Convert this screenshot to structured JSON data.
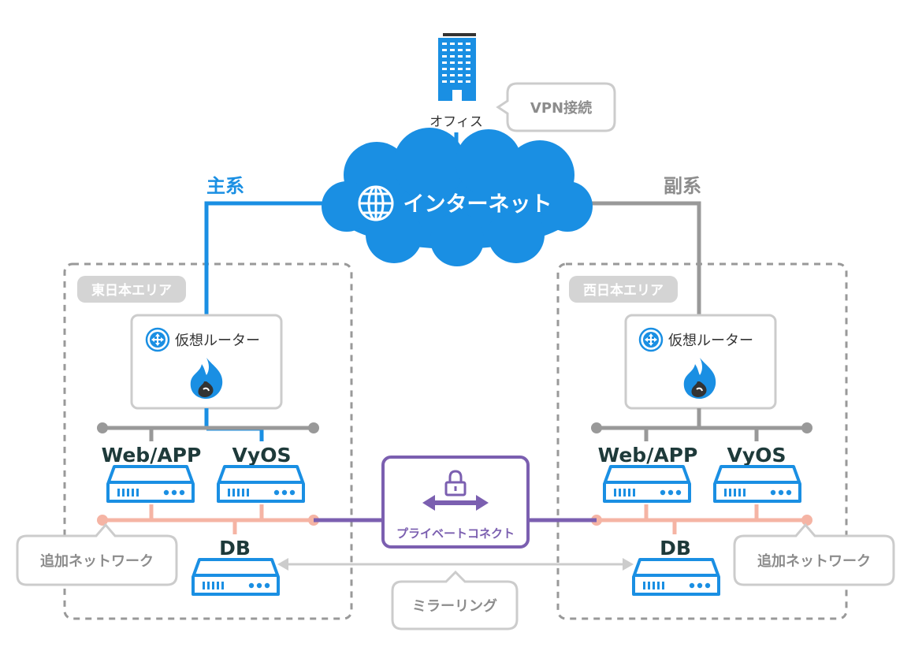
{
  "office": {
    "label": "オフィス"
  },
  "callouts": {
    "vpn": "VPN接続",
    "mirroring": "ミラーリング",
    "extra_network_left": "追加ネットワーク",
    "extra_network_right": "追加ネットワーク"
  },
  "internet": {
    "label": "インターネット"
  },
  "links": {
    "primary": "主系",
    "secondary": "副系"
  },
  "areas": {
    "east": {
      "label": "東日本エリア",
      "router_label": "仮想ルーター",
      "servers": [
        "Web/APP",
        "VyOS"
      ],
      "db": "DB"
    },
    "west": {
      "label": "西日本エリア",
      "router_label": "仮想ルーター",
      "servers": [
        "Web/APP",
        "VyOS"
      ],
      "db": "DB"
    }
  },
  "private_connect": {
    "label": "プライベートコネクト"
  },
  "colors": {
    "primary_blue": "#1a8fe3",
    "secondary_gray": "#999999",
    "private_purple": "#7b5fb0",
    "db_network_salmon": "#f5b4a4",
    "server_blue": "#1a8fe3"
  }
}
